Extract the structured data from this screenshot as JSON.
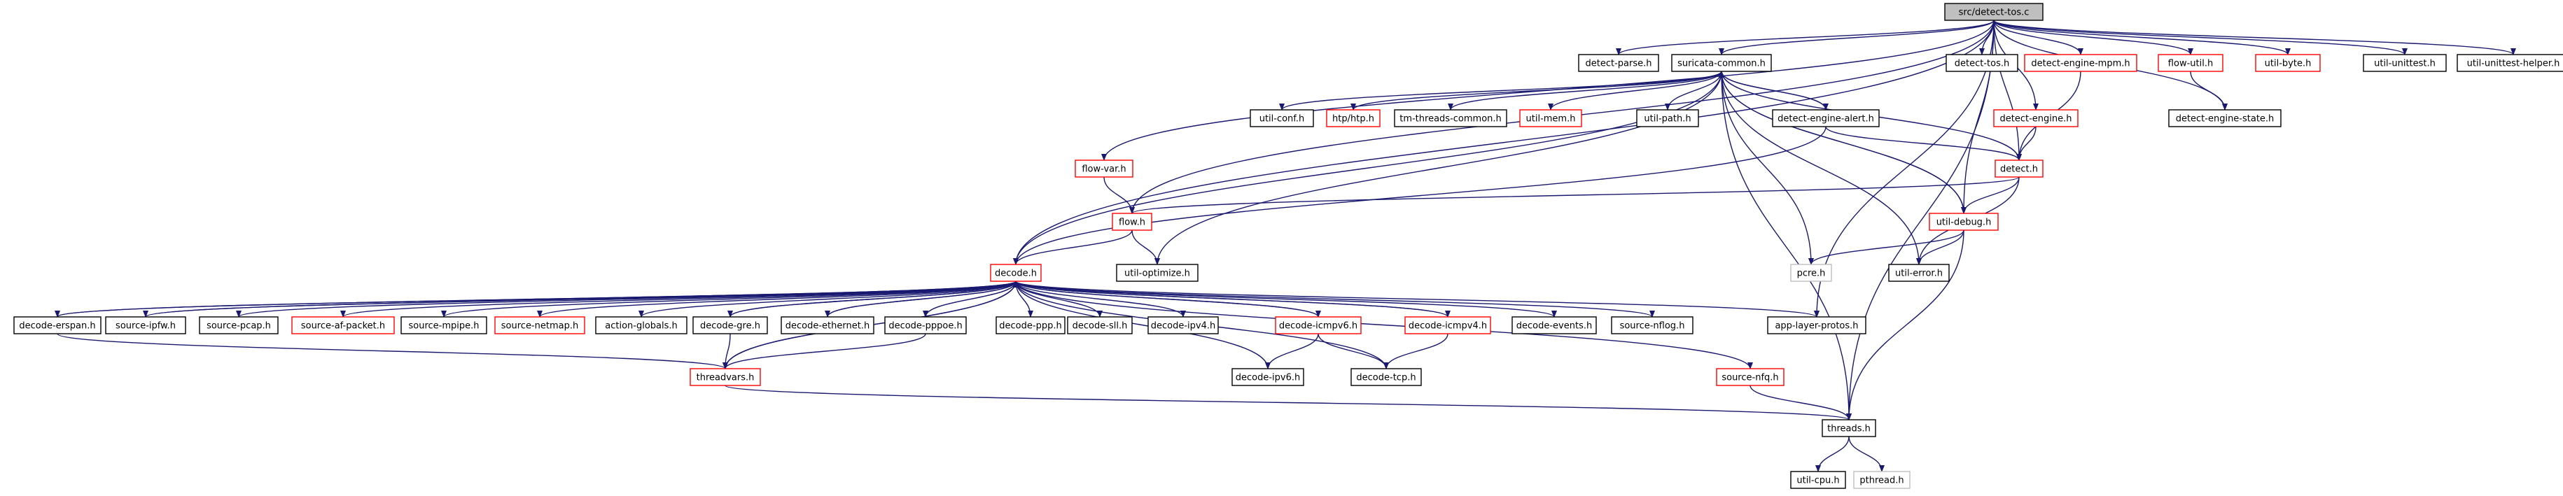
{
  "colors": {
    "edge": "#191970",
    "edge_arrow": "#191970",
    "border_black": "#000000",
    "border_red": "#ff0000",
    "border_gray": "#bfbfbf",
    "root_fill": "#bfbfbf",
    "fill": "#ffffff",
    "text_black": "#000000",
    "text_red": "#000000"
  },
  "nodes": [
    {
      "id": "detect-tos-c",
      "label": "src/detect-tos.c",
      "style": "root"
    },
    {
      "id": "detect-parse-h",
      "label": "detect-parse.h",
      "style": "black"
    },
    {
      "id": "suricata-common-h",
      "label": "suricata-common.h",
      "style": "black"
    },
    {
      "id": "detect-tos-h",
      "label": "detect-tos.h",
      "style": "black"
    },
    {
      "id": "detect-engine-mpm-h",
      "label": "detect-engine-mpm.h",
      "style": "red"
    },
    {
      "id": "flow-util-h",
      "label": "flow-util.h",
      "style": "red"
    },
    {
      "id": "util-byte-h",
      "label": "util-byte.h",
      "style": "red"
    },
    {
      "id": "util-unittest-h",
      "label": "util-unittest.h",
      "style": "black"
    },
    {
      "id": "util-unittest-helper-h",
      "label": "util-unittest-helper.h",
      "style": "black"
    },
    {
      "id": "detect-engine-state-h",
      "label": "detect-engine-state.h",
      "style": "black"
    },
    {
      "id": "util-conf-h",
      "label": "util-conf.h",
      "style": "black"
    },
    {
      "id": "htp-htp-h",
      "label": "htp/htp.h",
      "style": "red"
    },
    {
      "id": "tm-threads-common-h",
      "label": "tm-threads-common.h",
      "style": "black"
    },
    {
      "id": "util-mem-h",
      "label": "util-mem.h",
      "style": "red"
    },
    {
      "id": "util-path-h",
      "label": "util-path.h",
      "style": "black"
    },
    {
      "id": "detect-engine-alert-h",
      "label": "detect-engine-alert.h",
      "style": "black"
    },
    {
      "id": "detect-engine-h",
      "label": "detect-engine.h",
      "style": "red"
    },
    {
      "id": "flow-var-h",
      "label": "flow-var.h",
      "style": "red"
    },
    {
      "id": "detect-h",
      "label": "detect.h",
      "style": "red"
    },
    {
      "id": "flow-h",
      "label": "flow.h",
      "style": "red"
    },
    {
      "id": "util-debug-h",
      "label": "util-debug.h",
      "style": "red"
    },
    {
      "id": "util-optimize-h",
      "label": "util-optimize.h",
      "style": "black"
    },
    {
      "id": "pcre-h",
      "label": "pcre.h",
      "style": "gray"
    },
    {
      "id": "util-error-h",
      "label": "util-error.h",
      "style": "black"
    },
    {
      "id": "decode-h",
      "label": "decode.h",
      "style": "red"
    },
    {
      "id": "decode-erspan-h",
      "label": "decode-erspan.h",
      "style": "black"
    },
    {
      "id": "source-ipfw-h",
      "label": "source-ipfw.h",
      "style": "black"
    },
    {
      "id": "source-pcap-h",
      "label": "source-pcap.h",
      "style": "black"
    },
    {
      "id": "source-af-packet-h",
      "label": "source-af-packet.h",
      "style": "red"
    },
    {
      "id": "source-mpipe-h",
      "label": "source-mpipe.h",
      "style": "black"
    },
    {
      "id": "source-netmap-h",
      "label": "source-netmap.h",
      "style": "red"
    },
    {
      "id": "action-globals-h",
      "label": "action-globals.h",
      "style": "black"
    },
    {
      "id": "decode-gre-h",
      "label": "decode-gre.h",
      "style": "black"
    },
    {
      "id": "decode-ethernet-h",
      "label": "decode-ethernet.h",
      "style": "black"
    },
    {
      "id": "decode-pppoe-h",
      "label": "decode-pppoe.h",
      "style": "black"
    },
    {
      "id": "decode-ppp-h",
      "label": "decode-ppp.h",
      "style": "black"
    },
    {
      "id": "decode-sll-h",
      "label": "decode-sll.h",
      "style": "black"
    },
    {
      "id": "decode-ipv4-h",
      "label": "decode-ipv4.h",
      "style": "black"
    },
    {
      "id": "decode-icmpv6-h",
      "label": "decode-icmpv6.h",
      "style": "red"
    },
    {
      "id": "decode-icmpv4-h",
      "label": "decode-icmpv4.h",
      "style": "red"
    },
    {
      "id": "decode-events-h",
      "label": "decode-events.h",
      "style": "black"
    },
    {
      "id": "source-nflog-h",
      "label": "source-nflog.h",
      "style": "black"
    },
    {
      "id": "app-layer-protos-h",
      "label": "app-layer-protos.h",
      "style": "black"
    },
    {
      "id": "threadvars-h",
      "label": "threadvars.h",
      "style": "red"
    },
    {
      "id": "decode-ipv6-h",
      "label": "decode-ipv6.h",
      "style": "black"
    },
    {
      "id": "decode-tcp-h",
      "label": "decode-tcp.h",
      "style": "black"
    },
    {
      "id": "source-nfq-h",
      "label": "source-nfq.h",
      "style": "red"
    },
    {
      "id": "threads-h",
      "label": "threads.h",
      "style": "black"
    },
    {
      "id": "util-cpu-h",
      "label": "util-cpu.h",
      "style": "black"
    },
    {
      "id": "pthread-h",
      "label": "pthread.h",
      "style": "gray"
    }
  ],
  "edges": [
    [
      "detect-tos-c",
      "detect-parse-h"
    ],
    [
      "detect-tos-c",
      "suricata-common-h"
    ],
    [
      "detect-tos-c",
      "detect-tos-h"
    ],
    [
      "detect-tos-c",
      "detect-engine-mpm-h"
    ],
    [
      "detect-tos-c",
      "flow-util-h"
    ],
    [
      "detect-tos-c",
      "util-byte-h"
    ],
    [
      "detect-tos-c",
      "util-unittest-h"
    ],
    [
      "detect-tos-c",
      "util-unittest-helper-h"
    ],
    [
      "detect-tos-c",
      "detect-engine-state-h"
    ],
    [
      "detect-tos-c",
      "detect-engine-h"
    ],
    [
      "detect-tos-c",
      "detect-h"
    ],
    [
      "detect-tos-c",
      "flow-var-h"
    ],
    [
      "detect-tos-c",
      "flow-h"
    ],
    [
      "detect-tos-c",
      "util-debug-h"
    ],
    [
      "detect-tos-c",
      "decode-h"
    ],
    [
      "detect-tos-c",
      "threads-h"
    ],
    [
      "detect-tos-c",
      "app-layer-protos-h"
    ],
    [
      "suricata-common-h",
      "util-conf-h"
    ],
    [
      "suricata-common-h",
      "htp-htp-h"
    ],
    [
      "suricata-common-h",
      "tm-threads-common-h"
    ],
    [
      "suricata-common-h",
      "util-mem-h"
    ],
    [
      "suricata-common-h",
      "util-path-h"
    ],
    [
      "suricata-common-h",
      "detect-engine-alert-h"
    ],
    [
      "suricata-common-h",
      "util-optimize-h"
    ],
    [
      "suricata-common-h",
      "pcre-h"
    ],
    [
      "suricata-common-h",
      "util-error-h"
    ],
    [
      "suricata-common-h",
      "util-debug-h"
    ],
    [
      "suricata-common-h",
      "threads-h"
    ],
    [
      "detect-engine-alert-h",
      "suricata-common-h"
    ],
    [
      "detect-engine-alert-h",
      "detect-h"
    ],
    [
      "detect-engine-alert-h",
      "decode-h"
    ],
    [
      "detect-engine-mpm-h",
      "detect-h"
    ],
    [
      "flow-util-h",
      "detect-engine-state-h"
    ],
    [
      "detect-engine-h",
      "detect-h"
    ],
    [
      "detect-h",
      "flow-h"
    ],
    [
      "detect-h",
      "util-debug-h"
    ],
    [
      "detect-h",
      "util-error-h"
    ],
    [
      "detect-h",
      "suricata-common-h"
    ],
    [
      "flow-var-h",
      "flow-h"
    ],
    [
      "flow-h",
      "util-optimize-h"
    ],
    [
      "flow-h",
      "decode-h"
    ],
    [
      "util-debug-h",
      "pcre-h"
    ],
    [
      "util-debug-h",
      "util-error-h"
    ],
    [
      "util-debug-h",
      "threads-h"
    ],
    [
      "util-debug-h",
      "suricata-common-h"
    ],
    [
      "decode-h",
      "suricata-common-h"
    ],
    [
      "decode-h",
      "decode-erspan-h"
    ],
    [
      "decode-h",
      "source-ipfw-h"
    ],
    [
      "decode-h",
      "source-pcap-h"
    ],
    [
      "decode-h",
      "source-af-packet-h"
    ],
    [
      "decode-h",
      "source-mpipe-h"
    ],
    [
      "decode-h",
      "source-netmap-h"
    ],
    [
      "decode-h",
      "action-globals-h"
    ],
    [
      "decode-h",
      "decode-gre-h"
    ],
    [
      "decode-h",
      "decode-ethernet-h"
    ],
    [
      "decode-h",
      "decode-pppoe-h"
    ],
    [
      "decode-h",
      "decode-ppp-h"
    ],
    [
      "decode-h",
      "decode-sll-h"
    ],
    [
      "decode-h",
      "decode-ipv4-h"
    ],
    [
      "decode-h",
      "decode-icmpv6-h"
    ],
    [
      "decode-h",
      "decode-icmpv4-h"
    ],
    [
      "decode-h",
      "decode-events-h"
    ],
    [
      "decode-h",
      "source-nflog-h"
    ],
    [
      "decode-h",
      "app-layer-protos-h"
    ],
    [
      "decode-h",
      "decode-ipv6-h"
    ],
    [
      "decode-h",
      "decode-tcp-h"
    ],
    [
      "decode-h",
      "source-nfq-h"
    ],
    [
      "decode-h",
      "threadvars-h"
    ],
    [
      "decode-erspan-h",
      "decode-h"
    ],
    [
      "decode-erspan-h",
      "threadvars-h"
    ],
    [
      "source-ipfw-h",
      "decode-h"
    ],
    [
      "decode-gre-h",
      "decode-h"
    ],
    [
      "decode-gre-h",
      "threadvars-h"
    ],
    [
      "decode-ethernet-h",
      "decode-h"
    ],
    [
      "decode-pppoe-h",
      "decode-h"
    ],
    [
      "decode-pppoe-h",
      "threadvars-h"
    ],
    [
      "decode-icmpv6-h",
      "decode-h"
    ],
    [
      "decode-icmpv6-h",
      "decode-ipv6-h"
    ],
    [
      "decode-icmpv6-h",
      "decode-tcp-h"
    ],
    [
      "decode-icmpv4-h",
      "decode-h"
    ],
    [
      "decode-icmpv4-h",
      "decode-tcp-h"
    ],
    [
      "threadvars-h",
      "decode-h"
    ],
    [
      "threadvars-h",
      "threads-h"
    ],
    [
      "source-nfq-h",
      "threads-h"
    ],
    [
      "threads-h",
      "util-cpu-h"
    ],
    [
      "threads-h",
      "pthread-h"
    ]
  ]
}
